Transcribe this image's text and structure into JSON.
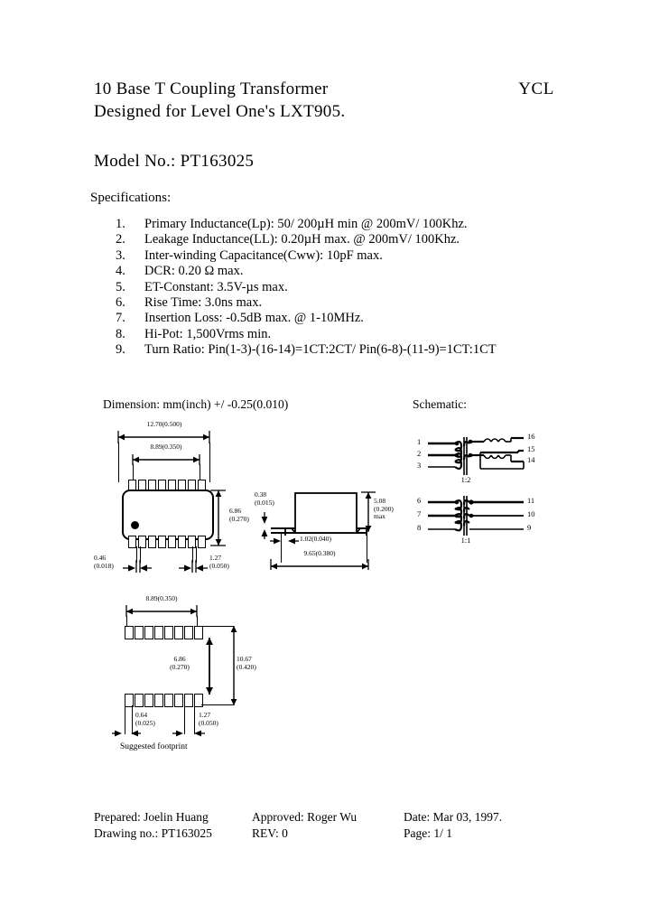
{
  "header": {
    "title_line1": "10 Base T Coupling Transformer",
    "title_line2": "Designed for Level One's LXT905.",
    "brand": "YCL",
    "model": "Model No.: PT163025"
  },
  "specifications": {
    "heading": "Specifications:",
    "items": [
      {
        "n": "1.",
        "text": "Primary Inductance(Lp): 50/ 200µH min @ 200mV/ 100Khz."
      },
      {
        "n": "2.",
        "text": "Leakage Inductance(LL): 0.20µH max. @ 200mV/ 100Khz."
      },
      {
        "n": "3.",
        "text": "Inter-winding Capacitance(Cww): 10pF max."
      },
      {
        "n": "4.",
        "text": "DCR: 0.20 Ω max."
      },
      {
        "n": "5.",
        "text": "ET-Constant: 3.5V-µs max."
      },
      {
        "n": "6.",
        "text": "Rise Time: 3.0ns max."
      },
      {
        "n": "7.",
        "text": "Insertion Loss: -0.5dB max. @ 1-10MHz."
      },
      {
        "n": "8.",
        "text": "Hi-Pot: 1,500Vrms min."
      },
      {
        "n": "9.",
        "text": "Turn Ratio: Pin(1-3)-(16-14)=1CT:2CT/ Pin(6-8)-(11-9)=1CT:1CT"
      }
    ]
  },
  "drawings": {
    "dimension_caption": "Dimension: mm(inch) +/ -0.25(0.010)",
    "schematic_caption": "Schematic:",
    "footprint_caption": "Suggested footprint",
    "top_view": {
      "overall_width": "12.70(0.500)",
      "pin_span": "8.89(0.350)",
      "body_height_l1": "6.86",
      "body_height_l2": "(0.270)",
      "pin_width_l1": "0.46",
      "pin_width_l2": "(0.018)",
      "pin_pitch_l1": "1.27",
      "pin_pitch_l2": "(0.050)",
      "pin_count_per_side": 8
    },
    "side_view": {
      "lead_thickness_l1": "0.38",
      "lead_thickness_l2": "(0.015)",
      "height_l1": "5.08",
      "height_l2": "(0.200)",
      "height_l3": "max",
      "foot_length": "1.02(0.040)",
      "overall_length": "9.65(0.380)"
    },
    "footprint": {
      "pad_span": "8.89(0.350)",
      "inner_gap_l1": "6.86",
      "inner_gap_l2": "(0.270)",
      "outer_gap_l1": "10.67",
      "outer_gap_l2": "(0.420)",
      "pad_width_l1": "0.64",
      "pad_width_l2": "(0.025)",
      "pad_pitch_l1": "1.27",
      "pad_pitch_l2": "(0.050)",
      "pad_count_per_row": 8
    }
  },
  "schematic": {
    "transformers": [
      {
        "ratio": "1:2",
        "left_pins": [
          "1",
          "2",
          "3"
        ],
        "right_pins": [
          "16",
          "15",
          "14"
        ]
      },
      {
        "ratio": "1:1",
        "left_pins": [
          "6",
          "7",
          "8"
        ],
        "right_pins": [
          "11",
          "10",
          "9"
        ]
      }
    ]
  },
  "footer": {
    "prepared": "Prepared: Joelin Huang",
    "drawing_no": "Drawing no.: PT163025",
    "approved": "Approved: Roger Wu",
    "rev": "REV:  0",
    "date": "Date: Mar 03, 1997.",
    "page": "Page:  1/  1"
  },
  "colors": {
    "ink": "#000000",
    "paper": "#ffffff"
  }
}
